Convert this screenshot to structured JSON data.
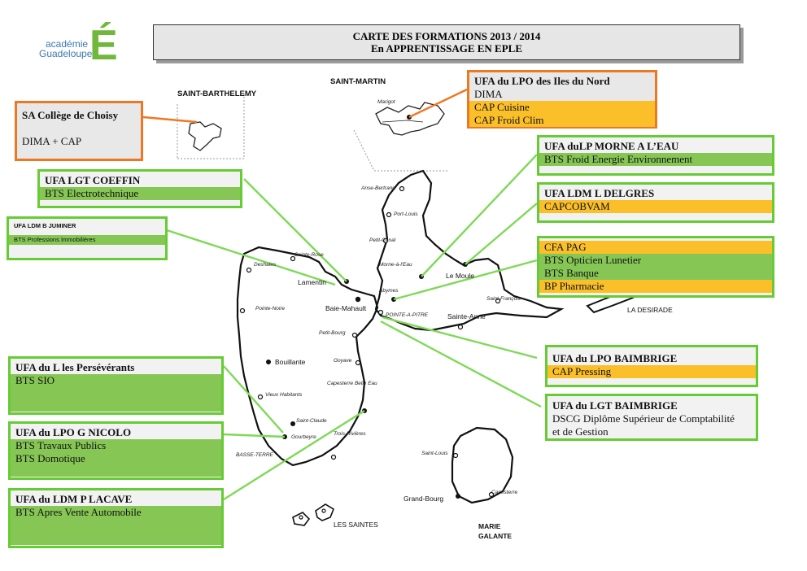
{
  "header": {
    "title_line1": "CARTE DES FORMATIONS 2013 / 2014",
    "title_line2": "En APPRENTISSAGE EN EPLE"
  },
  "logo": {
    "line1": "académie",
    "line2": "Guadeloupe",
    "letter": "É"
  },
  "regions": {
    "saint_barthelemy": "SAINT-BARTHELEMY",
    "saint_martin": "SAINT-MARTIN",
    "la_desirade": "LA DESIRADE",
    "les_saintes": "LES SAINTES",
    "marie_galante_1": "MARIE",
    "marie_galante_2": "GALANTE"
  },
  "places": {
    "marigot": "Marigot",
    "anse_bertrand": "Anse-Bertrand",
    "port_louis": "Port-Louis",
    "petit_canal": "Petit-Canal",
    "morne_a_leau": "Morne-à-l'Eau",
    "le_moule": "Le Moule",
    "abymes": "Abymes",
    "saint_francois": "Saint-François",
    "pointe_a_pitre": "POINTE-A-PITRE",
    "sainte_anne": "Sainte-Anne",
    "sainte_rose": "Sainte-Rose",
    "deshaies": "Deshaies",
    "lamentin": "Lamentin",
    "baie_mahault": "Baie-Mahault",
    "pointe_noire": "Pointe-Noire",
    "petit_bourg": "Petit-Bourg",
    "goyave": "Goyave",
    "bouillante": "Bouillante",
    "vieux_habitants": "Vieux Habitants",
    "capesterre": "Capesterre Belle Eau",
    "saint_claude": "Saint-Claude",
    "gourbeyre": "Gourbeyre",
    "trois_rivieres": "Trois-Rivières",
    "basse_terre": "BASSE-TERRE",
    "saint_louis": "Saint-Louis",
    "grand_bourg": "Grand-Bourg",
    "capesterre_mg": "Capesterre"
  },
  "boxes": {
    "choisy": {
      "title": "SA Collège de Choisy",
      "line": "DIMA + CAP"
    },
    "iles_nord": {
      "title": "UFA du LPO des  Iles du Nord",
      "plain": "DIMA",
      "rows": [
        "CAP Cuisine",
        "CAP Froid Clim"
      ]
    },
    "morne": {
      "title": "UFA duLP MORNE A L’EAU",
      "rows": [
        "BTS Froid Energie Environnement"
      ]
    },
    "delgres": {
      "title": "UFA LDM L DELGRES",
      "rows": [
        "CAPCOBVAM"
      ]
    },
    "pag": {
      "rows": [
        "CFA PAG",
        "BTS Opticien Lunetier",
        "BTS Banque",
        "BP Pharmacie"
      ]
    },
    "coeffin": {
      "title": "UFA LGT COEFFIN",
      "rows": [
        "BTS Electrotechnique"
      ]
    },
    "juminer": {
      "title": "UFA LDM B JUMINER",
      "rows": [
        "BTS Professions Immobilières"
      ]
    },
    "perseverants": {
      "title": "UFA du L les Persévérants",
      "rows": [
        "BTS SIO"
      ]
    },
    "nicolo": {
      "title": "UFA du LPO G NICOLO",
      "rows": [
        "BTS Travaux Publics",
        "BTS Domotique"
      ]
    },
    "lacave": {
      "title": "UFA du LDM P LACAVE",
      "rows": [
        "BTS Apres Vente Automobile"
      ]
    },
    "lpo_baimbrige": {
      "title": "UFA du LPO  BAIMBRIGE",
      "rows": [
        "CAP Pressing"
      ]
    },
    "lgt_baimbrige": {
      "title": "UFA du LGT  BAIMBRIGE",
      "rows": [
        "DSCG Diplôme Supérieur de Comptabilité",
        "et de Gestion"
      ]
    }
  },
  "colors": {
    "green_border": "#66cc33",
    "green_fill": "#86c655",
    "orange_fill": "#fbbf2a",
    "orange_border": "#ee7722"
  }
}
